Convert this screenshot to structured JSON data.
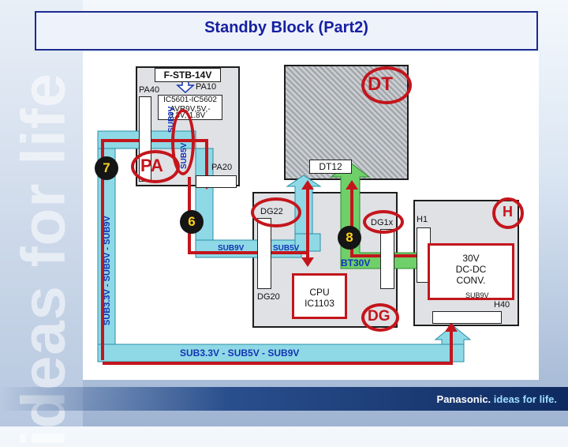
{
  "title": "Standby Block (Part2)",
  "watermark": "ideas for life",
  "brand": {
    "name": "Panasonic.",
    "tagline": "ideas for life."
  },
  "pa_board": {
    "top_label": "F-STB-14V",
    "pa40": "PA40",
    "pa10": "PA10",
    "ic_text_1": "IC5601-IC5602",
    "ic_text_2": "AVR9V,5V,-",
    "ic_text_3": "3.3V,-1.8V",
    "pa20": "PA20",
    "sub9v": "SUB9V",
    "sub5v": "SUB5V",
    "circle_label": "PA"
  },
  "dt_board": {
    "connector": "DT12",
    "circle_label": "DT"
  },
  "dg_board": {
    "dg22": "DG22",
    "dg1x": "DG1x",
    "dg20": "DG20",
    "cpu_1": "CPU",
    "cpu_2": "IC1103",
    "circle_label": "DG"
  },
  "h_board": {
    "h1": "H1",
    "h40": "H40",
    "conv_1": "30V",
    "conv_2": "DC-DC",
    "conv_3": "CONV.",
    "sub9v": "SUB9V",
    "circle_label": "H"
  },
  "signals": {
    "sub9v_mid": "SUB9V",
    "sub5v_mid": "SUB5V",
    "bt30v": "BT30V",
    "bottom_bus": "SUB3.3V - SUB5V - SUB9V",
    "left_bus": "SUB3.3V - SUB5V - SUB9V"
  },
  "markers": {
    "m7": "7",
    "m6": "6",
    "m8": "8"
  },
  "colors": {
    "red": "#c4151c",
    "cyan": "#8fd9e6",
    "green": "#6fd06a",
    "navy": "#1620a0"
  }
}
